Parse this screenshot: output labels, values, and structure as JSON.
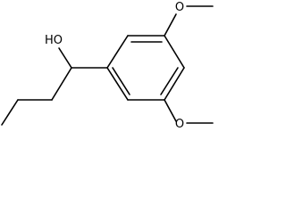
{
  "molecule": {
    "labels": {
      "hydroxyl": "HO",
      "methoxy_top": "O",
      "methoxy_bottom": "O"
    },
    "colors": {
      "bond": "#000000",
      "background": "#ffffff"
    }
  }
}
